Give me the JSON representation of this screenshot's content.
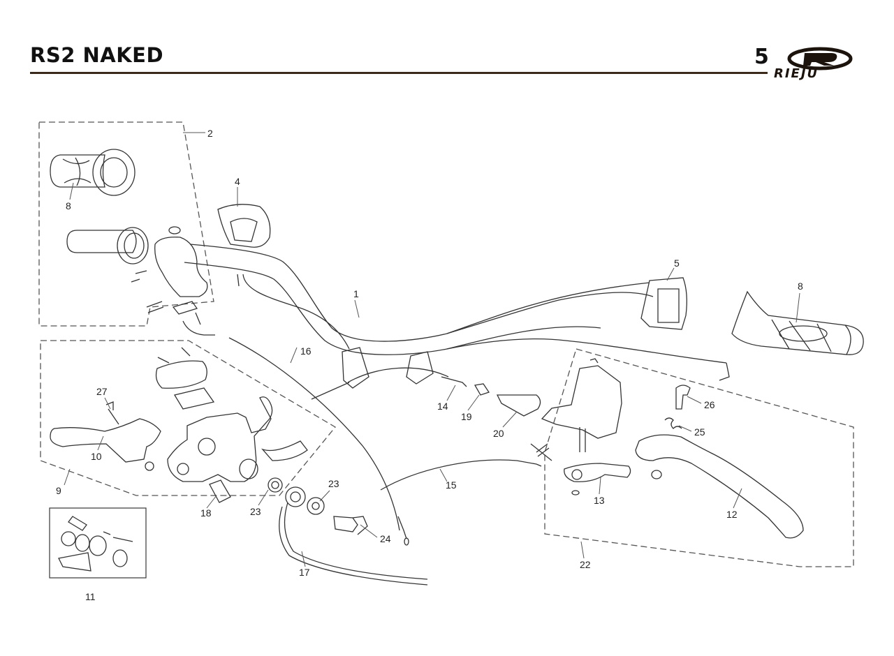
{
  "header": {
    "title": "RS2 NAKED",
    "page_number": "5",
    "brand": "RIEJU"
  },
  "callouts": [
    {
      "id": "c1",
      "text": "1"
    },
    {
      "id": "c2",
      "text": "2"
    },
    {
      "id": "c4",
      "text": "4"
    },
    {
      "id": "c5",
      "text": "5"
    },
    {
      "id": "c8a",
      "text": "8"
    },
    {
      "id": "c8b",
      "text": "8"
    },
    {
      "id": "c9",
      "text": "9"
    },
    {
      "id": "c10",
      "text": "10"
    },
    {
      "id": "c11",
      "text": "11"
    },
    {
      "id": "c12",
      "text": "12"
    },
    {
      "id": "c13",
      "text": "13"
    },
    {
      "id": "c14",
      "text": "14"
    },
    {
      "id": "c15",
      "text": "15"
    },
    {
      "id": "c16",
      "text": "16"
    },
    {
      "id": "c17",
      "text": "17"
    },
    {
      "id": "c18",
      "text": "18"
    },
    {
      "id": "c19",
      "text": "19"
    },
    {
      "id": "c20",
      "text": "20"
    },
    {
      "id": "c22",
      "text": "22"
    },
    {
      "id": "c23a",
      "text": "23"
    },
    {
      "id": "c23b",
      "text": "23"
    },
    {
      "id": "c24",
      "text": "24"
    },
    {
      "id": "c25",
      "text": "25"
    },
    {
      "id": "c26",
      "text": "26"
    },
    {
      "id": "c27",
      "text": "27"
    }
  ]
}
